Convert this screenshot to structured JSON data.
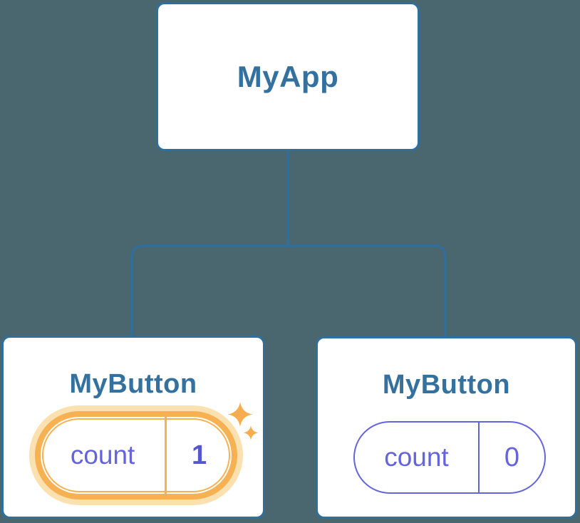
{
  "diagram": {
    "type": "component-tree",
    "background": "#4A6770",
    "root": {
      "label": "MyApp"
    },
    "children": [
      {
        "label": "MyButton",
        "state": {
          "name": "count",
          "value": "1"
        },
        "highlighted": true
      },
      {
        "label": "MyButton",
        "state": {
          "name": "count",
          "value": "0"
        },
        "highlighted": false
      }
    ],
    "colors": {
      "background": "#4A6770",
      "card_fill": "#FFFFFF",
      "card_border": "#2F6F9E",
      "connector_line": "#2F6F9E",
      "title_text": "#35719F",
      "state_purple": "#6464DC",
      "state_value_bold": "#5557CE",
      "highlight_orange": "#F6B152",
      "highlight_glow": "#FBE0B0",
      "sparkle_orange": "#F7AC4D"
    }
  }
}
